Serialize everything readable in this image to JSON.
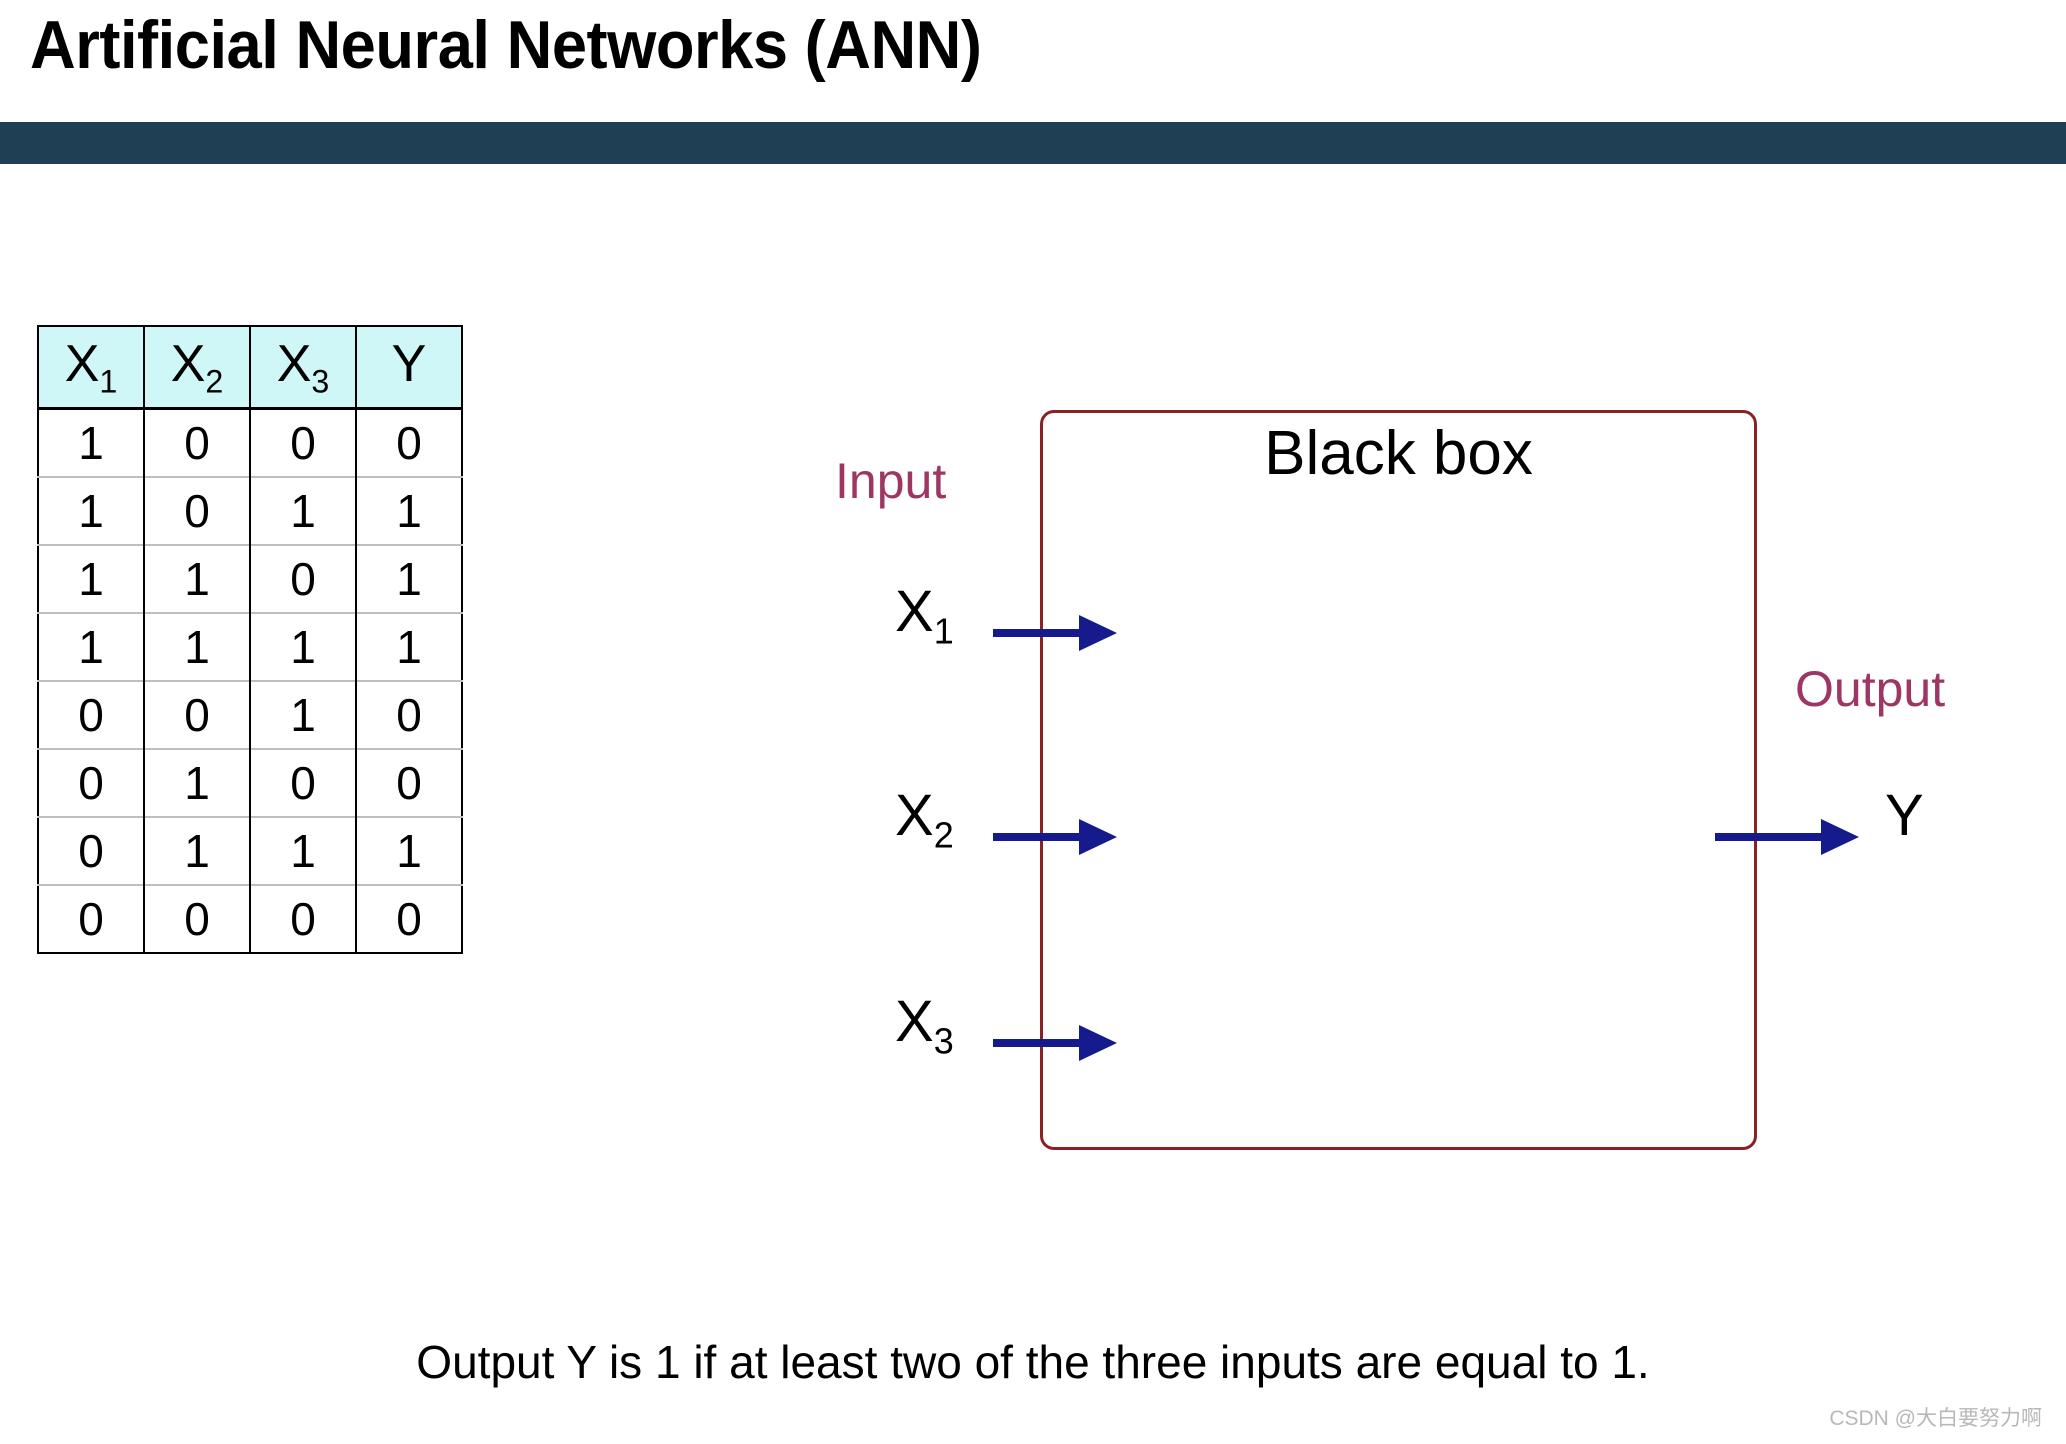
{
  "slide": {
    "title": "Artificial Neural Networks (ANN)",
    "caption": "Output Y is 1 if at least two of the three inputs are equal to 1.",
    "watermark": "CSDN @大白要努力啊"
  },
  "colors": {
    "title_rule": "#1F3F54",
    "table_header_bg": "#CFF7F7",
    "box_border": "#8A2224",
    "io_label": "#9E3663",
    "arrow": "#151B8D"
  },
  "table": {
    "headers": [
      {
        "base": "X",
        "sub": "1"
      },
      {
        "base": "X",
        "sub": "2"
      },
      {
        "base": "X",
        "sub": "3"
      },
      {
        "base": "Y",
        "sub": ""
      }
    ],
    "rows": [
      [
        "1",
        "0",
        "0",
        "0"
      ],
      [
        "1",
        "0",
        "1",
        "1"
      ],
      [
        "1",
        "1",
        "0",
        "1"
      ],
      [
        "1",
        "1",
        "1",
        "1"
      ],
      [
        "0",
        "0",
        "1",
        "0"
      ],
      [
        "0",
        "1",
        "0",
        "0"
      ],
      [
        "0",
        "1",
        "1",
        "1"
      ],
      [
        "0",
        "0",
        "0",
        "0"
      ]
    ]
  },
  "diagram": {
    "box_label": "Black box",
    "input_label": "Input",
    "output_label": "Output",
    "inputs": [
      {
        "base": "X",
        "sub": "1"
      },
      {
        "base": "X",
        "sub": "2"
      },
      {
        "base": "X",
        "sub": "3"
      }
    ],
    "output": {
      "base": "Y",
      "sub": ""
    }
  }
}
